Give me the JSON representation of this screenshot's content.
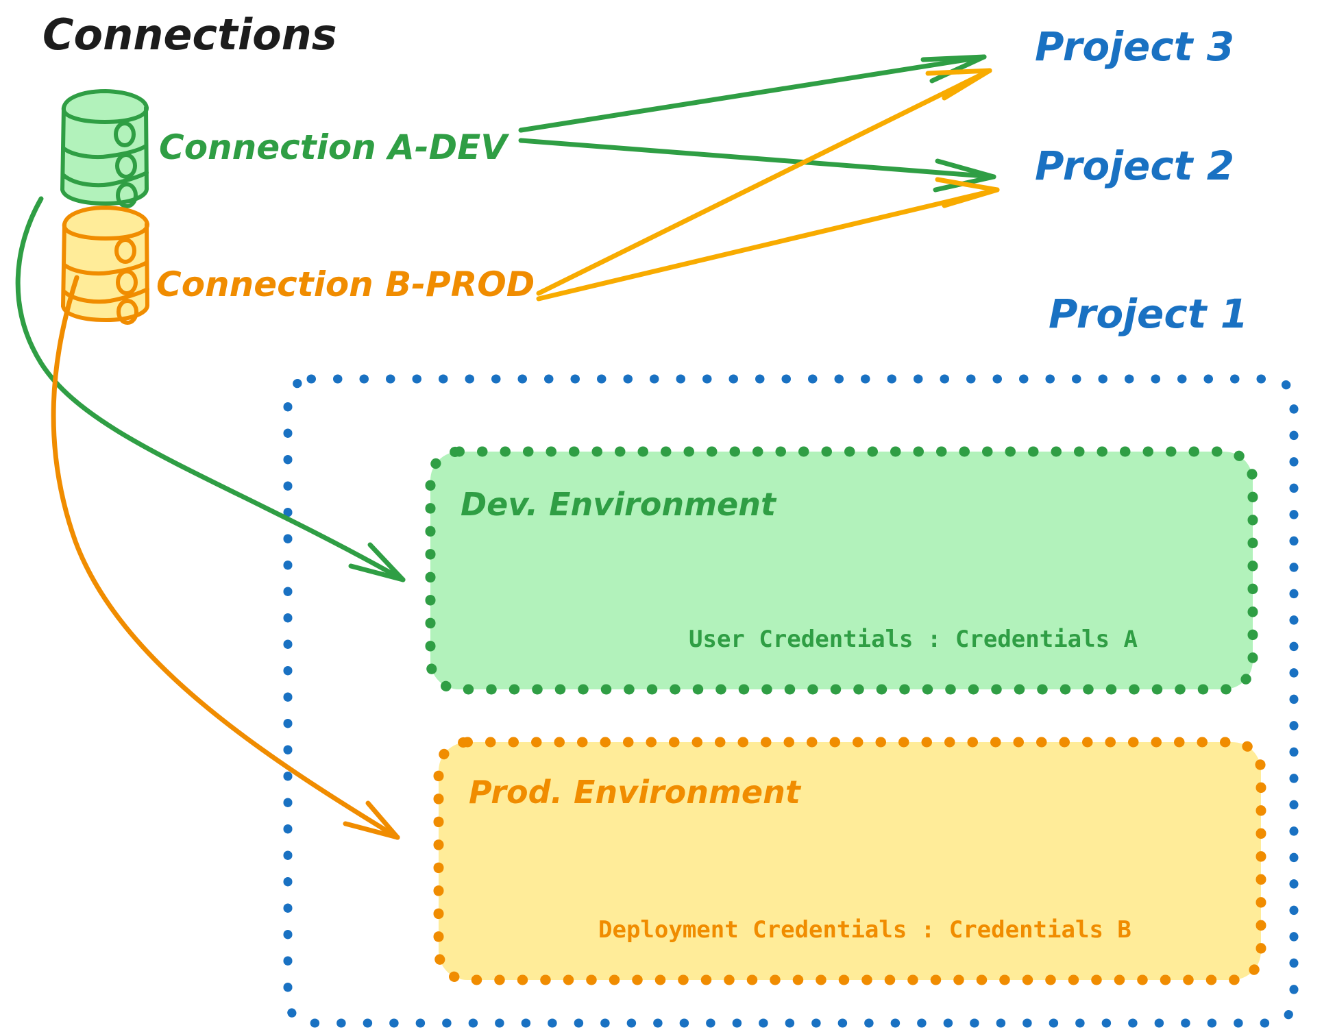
{
  "diagram": {
    "title": "Connections",
    "colors": {
      "dev_green_stroke": "#2F9E44",
      "dev_green_fill": "#B2F2BB",
      "prod_orange_stroke": "#F08C00",
      "prod_orange_fill": "#FFEC99",
      "project_blue": "#1971C2",
      "title_black": "#1C1C1C"
    },
    "connections": [
      {
        "id": "connection-a-dev",
        "label": "Connection A-DEV",
        "color": "#2F9E44",
        "icon": "database-cylinder-icon",
        "targets": [
          "Project 3",
          "Project 2",
          "Dev. Environment"
        ]
      },
      {
        "id": "connection-b-prod",
        "label": "Connection B-PROD",
        "color": "#F08C00",
        "icon": "database-cylinder-icon",
        "targets": [
          "Project 3",
          "Project 2",
          "Prod. Environment"
        ]
      }
    ],
    "projects": [
      {
        "id": "project-3",
        "label": "Project 3"
      },
      {
        "id": "project-2",
        "label": "Project 2"
      },
      {
        "id": "project-1",
        "label": "Project 1"
      }
    ],
    "project_1_container": {
      "label": "Project 1",
      "border_style": "dotted",
      "border_color": "#1971C2",
      "environments": [
        {
          "id": "dev-environment",
          "title": "Dev. Environment",
          "credential_label": "User Credentials",
          "credential_separator": ":",
          "credential_value": "Credentials A",
          "credential_line": "User Credentials : Credentials A",
          "fill": "#B2F2BB",
          "stroke": "#2F9E44"
        },
        {
          "id": "prod-environment",
          "title": "Prod. Environment",
          "credential_label": "Deployment Credentials",
          "credential_separator": ":",
          "credential_value": "Credentials B",
          "credential_line": "Deployment Credentials : Credentials B",
          "fill": "#FFEC99",
          "stroke": "#F08C00"
        }
      ]
    }
  }
}
